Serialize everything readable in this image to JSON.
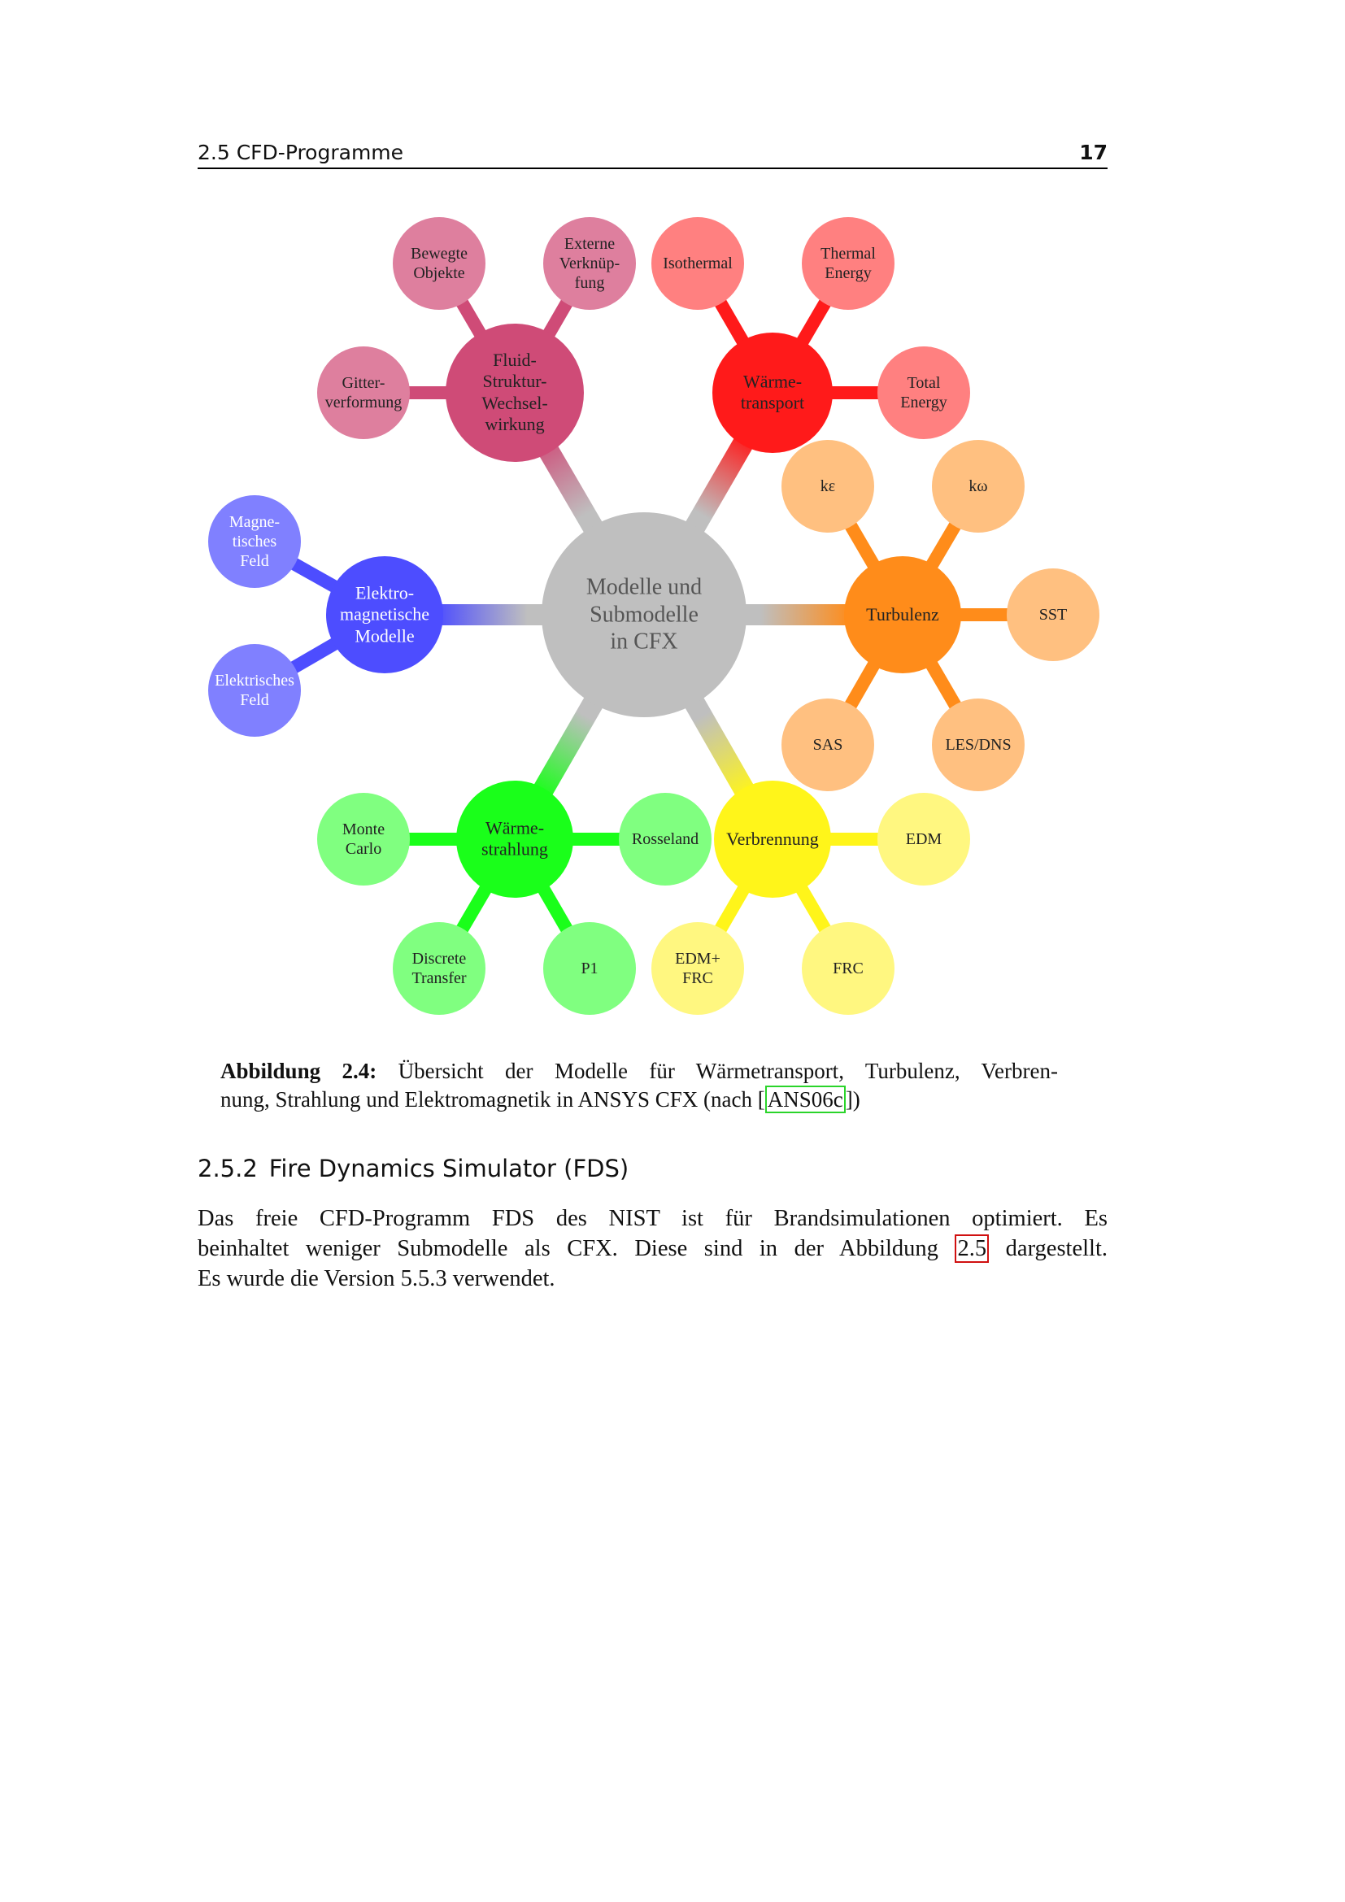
{
  "header": {
    "section": "2.5  CFD-Programme",
    "page": "17"
  },
  "mindmap": {
    "center": "Modelle und\nSubmodelle\nin CFX",
    "colors": {
      "center": "#bfbfbf",
      "text_center": "#555555"
    },
    "branches": [
      {
        "label": "Fluid-\nStruktur-\nWechsel-\nwirkung",
        "color": "#cf4b77",
        "leaf_color": "#de7f9e",
        "children": [
          "Bewegte\nObjekte",
          "Externe\nVerknüp-\nfung",
          "Gitter-\nverformung"
        ]
      },
      {
        "label": "Wärme-\ntransport",
        "color": "#ff1a1a",
        "leaf_color": "#ff8080",
        "children": [
          "Isothermal",
          "Thermal\nEnergy",
          "Total\nEnergy"
        ]
      },
      {
        "label": "Turbulenz",
        "color": "#ff8c1a",
        "leaf_color": "#ffc080",
        "children": [
          "kε",
          "kω",
          "SST",
          "SAS",
          "LES/DNS"
        ]
      },
      {
        "label": "Verbrennung",
        "color": "#fff51a",
        "leaf_color": "#fff780",
        "children": [
          "EDM",
          "EDM+\nFRC",
          "FRC"
        ]
      },
      {
        "label": "Wärme-\nstrahlung",
        "color": "#1aff1a",
        "leaf_color": "#80ff80",
        "children": [
          "Monte\nCarlo",
          "Rosseland",
          "Discrete\nTransfer",
          "P1"
        ]
      },
      {
        "label": "Elektro-\nmagnetische\nModelle",
        "color": "#4d4dff",
        "leaf_color": "#8080ff",
        "text_color": "#ffffff",
        "children": [
          "Magne-\ntisches\nFeld",
          "Elektrisches\nFeld"
        ]
      }
    ]
  },
  "caption": {
    "label": "Abbildung 2.4:",
    "line1": "Übersicht der Modelle für Wärmetransport, Turbulenz, Verbren-",
    "line2_pre": "nung, Strahlung und Elektromagnetik in ANSYS CFX (nach [",
    "ref": "ANS06c",
    "line2_post": "])"
  },
  "section": {
    "number": "2.5.2",
    "title": "Fire Dynamics Simulator (FDS)"
  },
  "paragraph": {
    "line1": "Das freie CFD-Programm FDS des NIST ist für Brandsimulationen optimiert. Es",
    "line2_pre": "beinhaltet weniger Submodelle als CFX. Diese sind in der Abbildung ",
    "ref": "2.5",
    "line2_post": " dargestellt.",
    "line3": "Es wurde die Version 5.5.3 verwendet."
  }
}
